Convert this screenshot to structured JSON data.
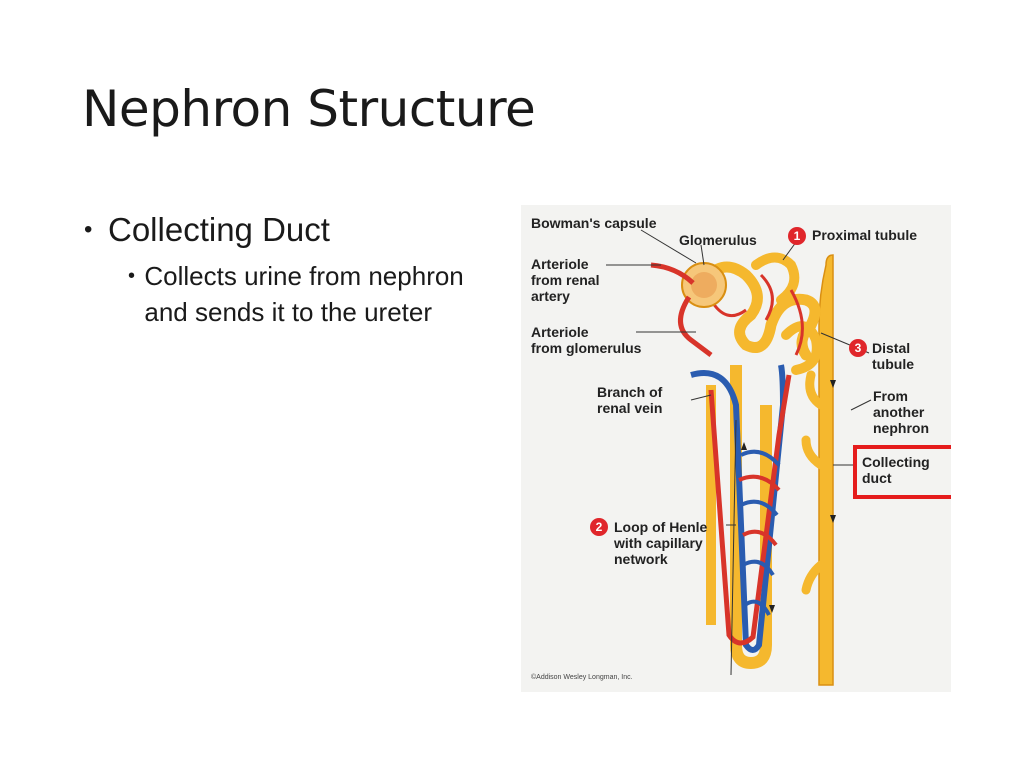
{
  "slide": {
    "title": "Nephron Structure",
    "bullet": "Collecting Duct",
    "sub_bullet": "Collects urine from nephron and sends it to the ureter"
  },
  "figure": {
    "labels": {
      "bowmans_capsule": "Bowman's capsule",
      "glomerulus": "Glomerulus",
      "proximal_tubule": "Proximal tubule",
      "arteriole_renal_1": "Arteriole",
      "arteriole_renal_2": "from renal",
      "arteriole_renal_3": "artery",
      "arteriole_glom_1": "Arteriole",
      "arteriole_glom_2": "from glomerulus",
      "distal_1": "Distal",
      "distal_2": "tubule",
      "renal_vein_1": "Branch of",
      "renal_vein_2": "renal vein",
      "from_another_1": "From",
      "from_another_2": "another",
      "from_another_3": "nephron",
      "collecting_1": "Collecting",
      "collecting_2": "duct",
      "henle_1": "Loop of Henle",
      "henle_2": "with capillary",
      "henle_3": "network",
      "num_1": "1",
      "num_2": "2",
      "num_3": "3",
      "copyright": "©Addison Wesley Longman, Inc."
    },
    "colors": {
      "tubule": "#f5b82e",
      "tubule_edge": "#d98f12",
      "artery": "#d8342a",
      "vein": "#2a5cb0",
      "highlight_box": "#e51c1c",
      "number_badge": "#e0262b"
    }
  }
}
